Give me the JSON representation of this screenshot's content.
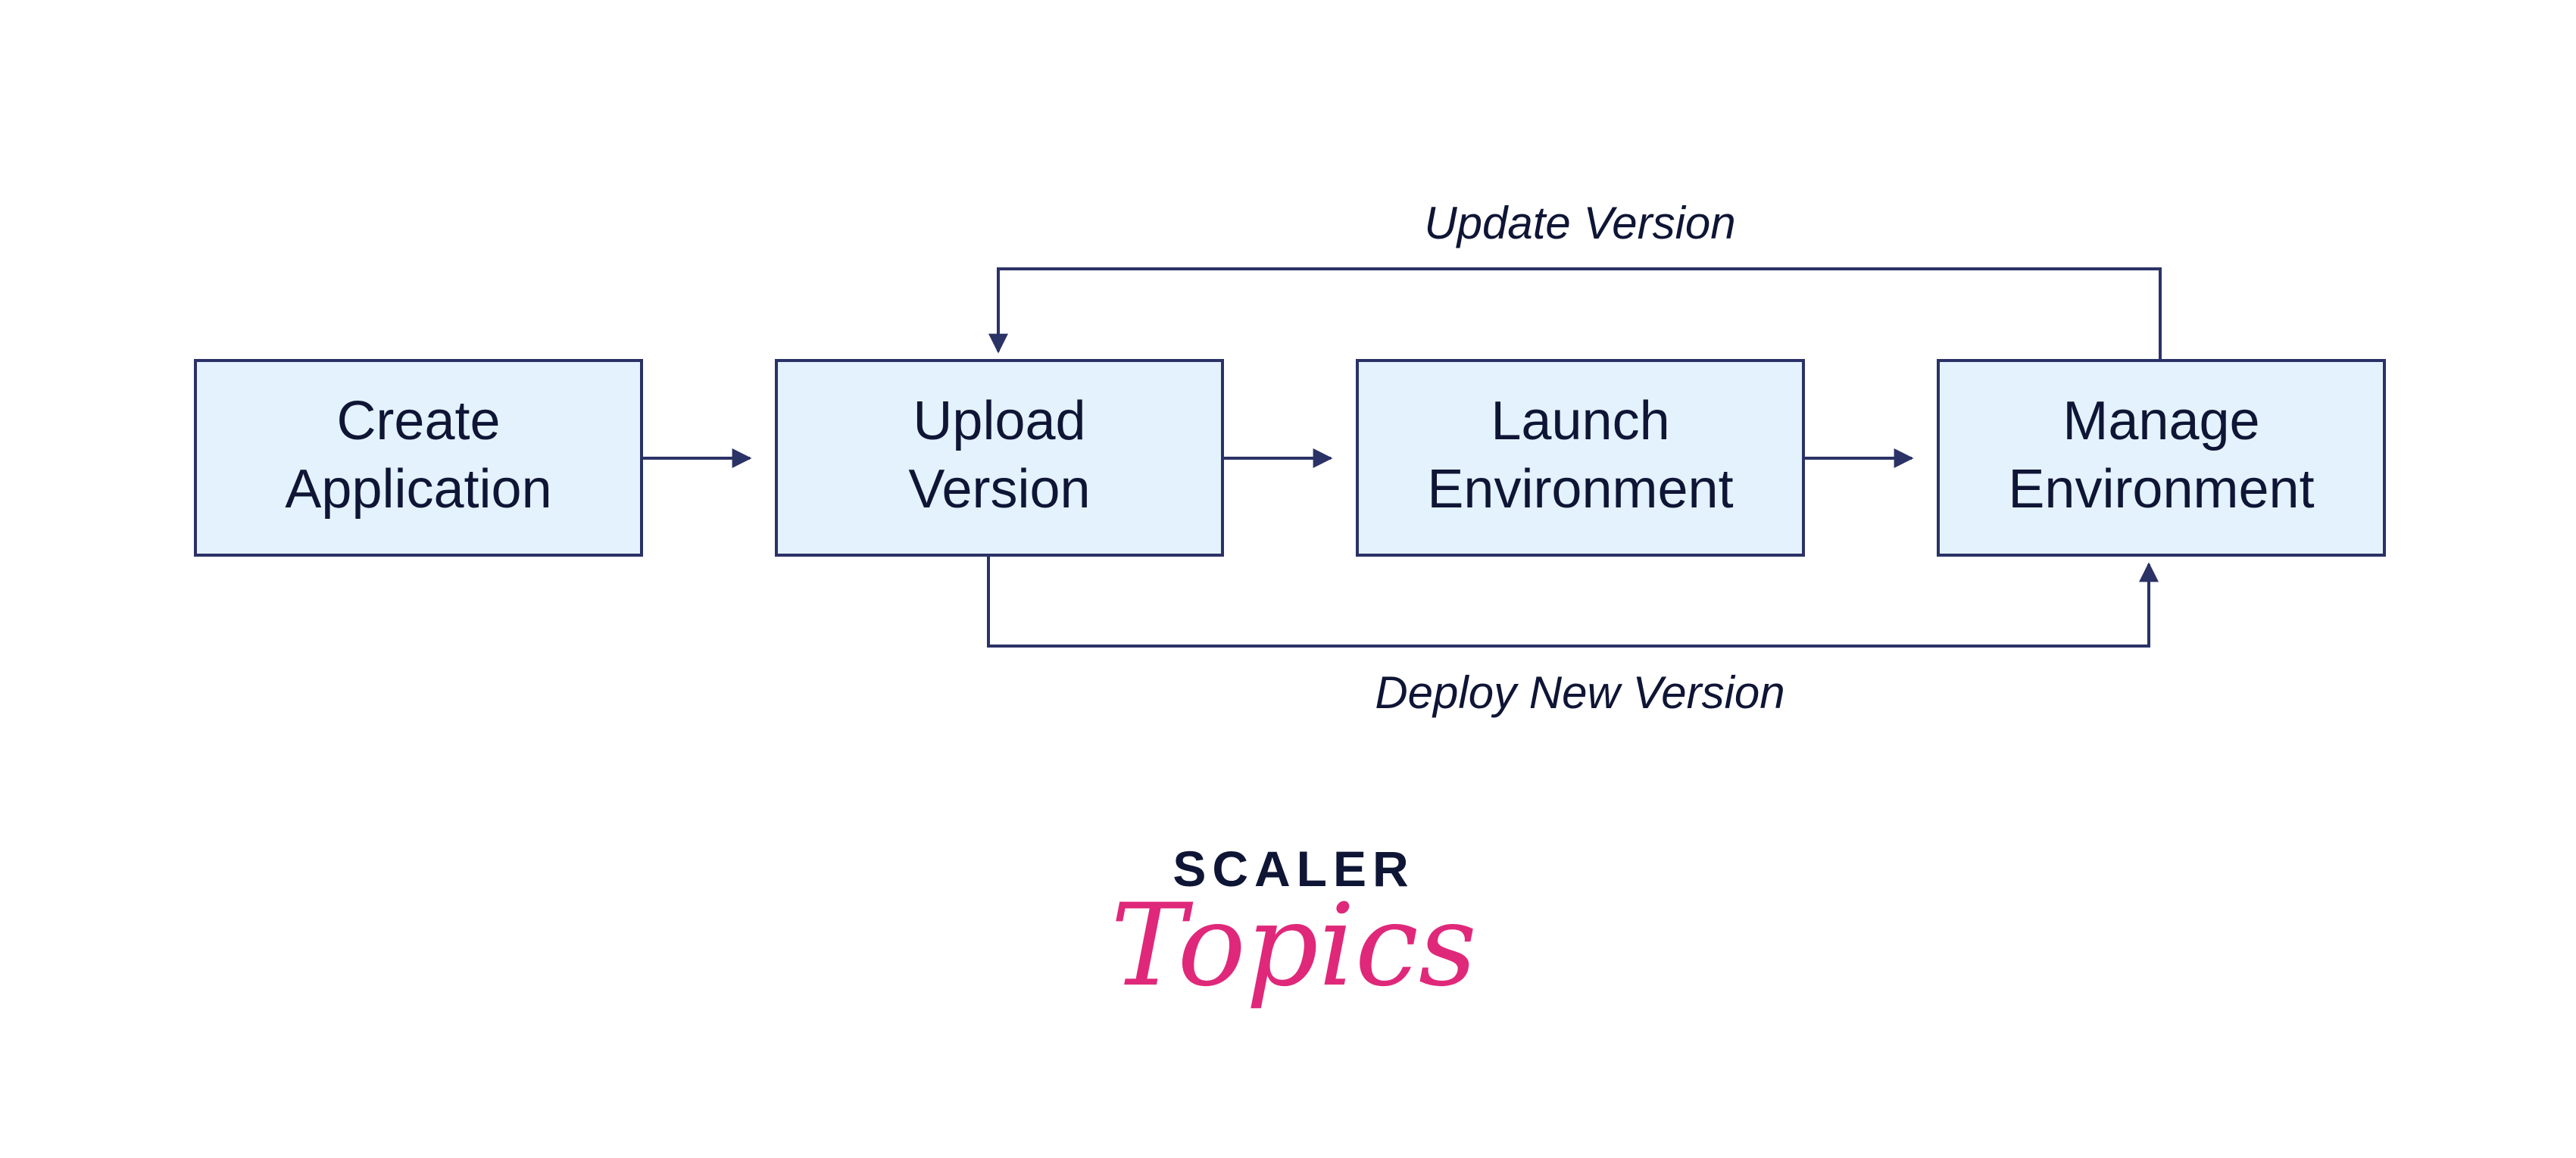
{
  "colors": {
    "box_fill": "#E3F2FD",
    "box_stroke": "#2B3266",
    "line": "#2B3266",
    "text": "#0F1535",
    "logo_top": "#0F1535",
    "logo_bottom": "#E0287A"
  },
  "nodes": [
    {
      "id": "create-application",
      "line1": "Create",
      "line2": "Application"
    },
    {
      "id": "upload-version",
      "line1": "Upload",
      "line2": "Version"
    },
    {
      "id": "launch-environment",
      "line1": "Launch",
      "line2": "Environment"
    },
    {
      "id": "manage-environment",
      "line1": "Manage",
      "line2": "Environment"
    }
  ],
  "edges": [
    {
      "from": "create-application",
      "to": "upload-version",
      "label": ""
    },
    {
      "from": "upload-version",
      "to": "launch-environment",
      "label": ""
    },
    {
      "from": "launch-environment",
      "to": "manage-environment",
      "label": ""
    },
    {
      "from": "manage-environment",
      "to": "upload-version",
      "label": "Update Version"
    },
    {
      "from": "upload-version",
      "to": "manage-environment",
      "label": "Deploy New Version"
    }
  ],
  "logo": {
    "top": "SCALER",
    "bottom": "Topics"
  }
}
